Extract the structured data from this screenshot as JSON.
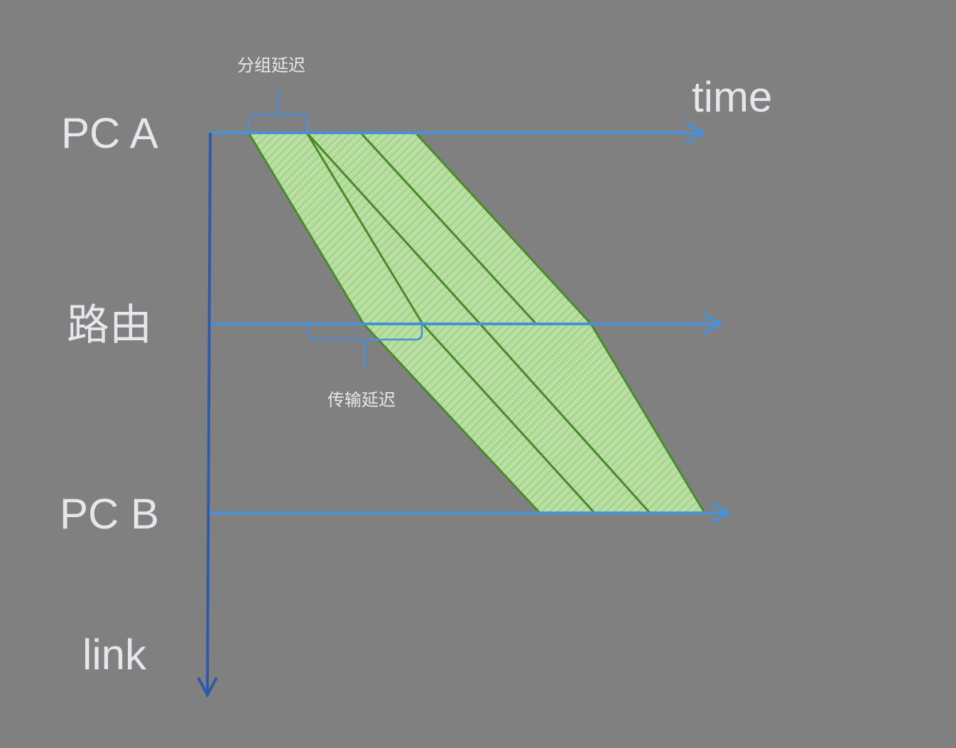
{
  "labels": {
    "pc_a": "PC A",
    "router": "路由",
    "pc_b": "PC B",
    "time_axis": "time",
    "link_axis": "link",
    "packet_delay": "分组延迟",
    "transmission_delay": "传输延迟"
  },
  "colors": {
    "background": "#808080",
    "time_axis": "#4a90d9",
    "link_axis": "#2f5aa8",
    "packet_fill": "#b8e0a0",
    "packet_hatch": "#9cc98a",
    "packet_border": "#4a8a2a",
    "text": "#e6e6ec"
  },
  "packets": {
    "count": 3
  }
}
